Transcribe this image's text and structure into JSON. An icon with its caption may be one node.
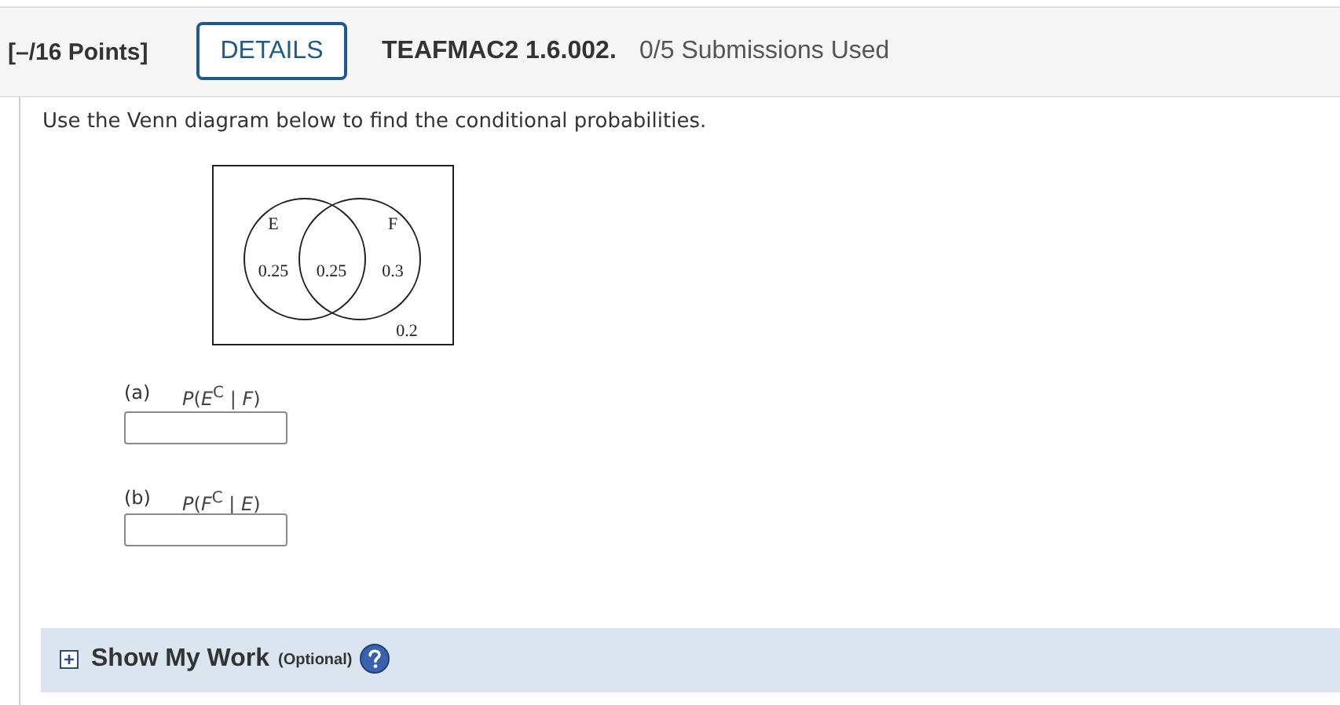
{
  "diagram": {
    "nodes": [
      {
        "text": [
          "0.2"
        ]
      },
      {
        "text": [
          "E",
          "0.25"
        ],
        "in": 0
      },
      {
        "text": [
          "F",
          "0.3"
        ],
        "in": 0
      }
    ],
    "labels": [
      "[–/16 Points]",
      "DETAILS",
      "TEAFMAC2 1.6.002.",
      "0/5 Submissions Used",
      "Use the Venn diagram below to find the conditional probabilities.",
      "0.25",
      "(a)",
      "*P*(*E*$^{C}$ | *F*)",
      "(b)",
      "*P*(*F*$^{C}$ | *E*)",
      "Show My Work",
      "(Optional)"
    ]
  }
}
